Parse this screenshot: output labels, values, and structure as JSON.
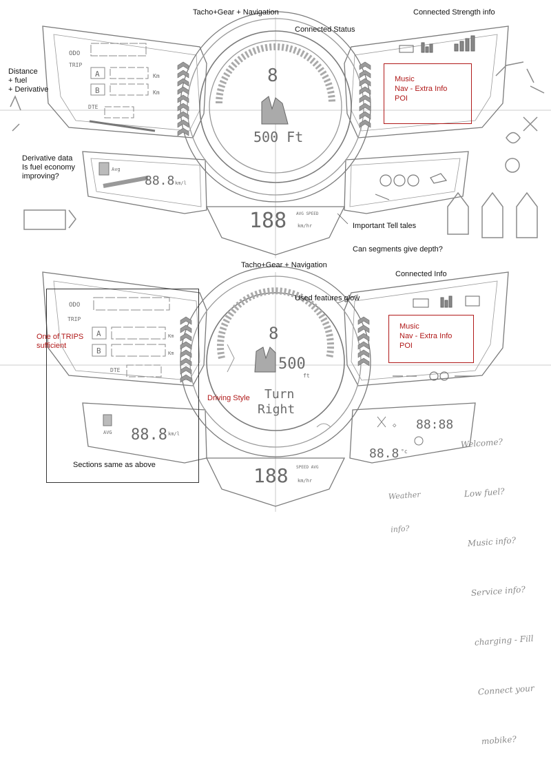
{
  "colors": {
    "sketch": "#7a7a7a",
    "annotation": "#111111",
    "note_red": "#b01818"
  },
  "top_sketch": {
    "labels": {
      "tacho": "Tacho+Gear + Navigation",
      "connected_strength": "Connected Strength info",
      "connected_status": "Connected Status",
      "distance": [
        "Distance",
        "+ fuel",
        "+ Derivative"
      ],
      "derivative": [
        "Derivative data",
        "Is fuel economy",
        "improving?"
      ],
      "tell_tales": "Important Tell tales",
      "segments_depth": "Can segments give depth?",
      "red_box": [
        "Music",
        "Nav - Extra Info",
        "POI"
      ]
    },
    "readouts": {
      "odo": "ODO",
      "trip": "TRIP",
      "trip_a": "A",
      "trip_b": "B",
      "unit_km": "Km",
      "dte": "DTE",
      "gear": "8",
      "nav_distance": "500 Ft",
      "speed": "188",
      "speed_label": "AVG SPEED",
      "speed_unit": "km/hr",
      "fuel_economy": "88.8",
      "fuel_unit": "km/l",
      "fuel_label": "Avg"
    }
  },
  "bottom_sketch": {
    "labels": {
      "tacho": "Tacho+Gear + Navigation",
      "connected_info": "Connected Info",
      "used_features": "Used features glow",
      "one_of_trips": [
        "One of TRIPS",
        "sufficient"
      ],
      "driving_style": "Driving Style",
      "sections_same": "Sections same as above",
      "red_box": [
        "Music",
        "Nav - Extra Info",
        "POI"
      ]
    },
    "readouts": {
      "odo": "ODO",
      "trip": "TRIP",
      "trip_a": "A",
      "trip_b": "B",
      "unit_km": "Km",
      "dte": "DTE",
      "gear": "8",
      "nav_distance": "500",
      "nav_unit": "ft",
      "turn": "Turn",
      "turn_dir": "Right",
      "speed": "188",
      "speed_label": "SPEED AVG",
      "speed_unit": "km/hr",
      "fuel_economy": "88.8",
      "fuel_unit": "km/l",
      "fuel_label": "AVG",
      "clock": "88:88",
      "temp": "88.8",
      "temp_unit": "°c"
    },
    "handwritten": [
      "Welcome?",
      "Low fuel?",
      "Music info?",
      "Service info?",
      "charging - Fill",
      "Connect your",
      "mobike?"
    ],
    "weather": [
      "Weather",
      "info?"
    ]
  }
}
